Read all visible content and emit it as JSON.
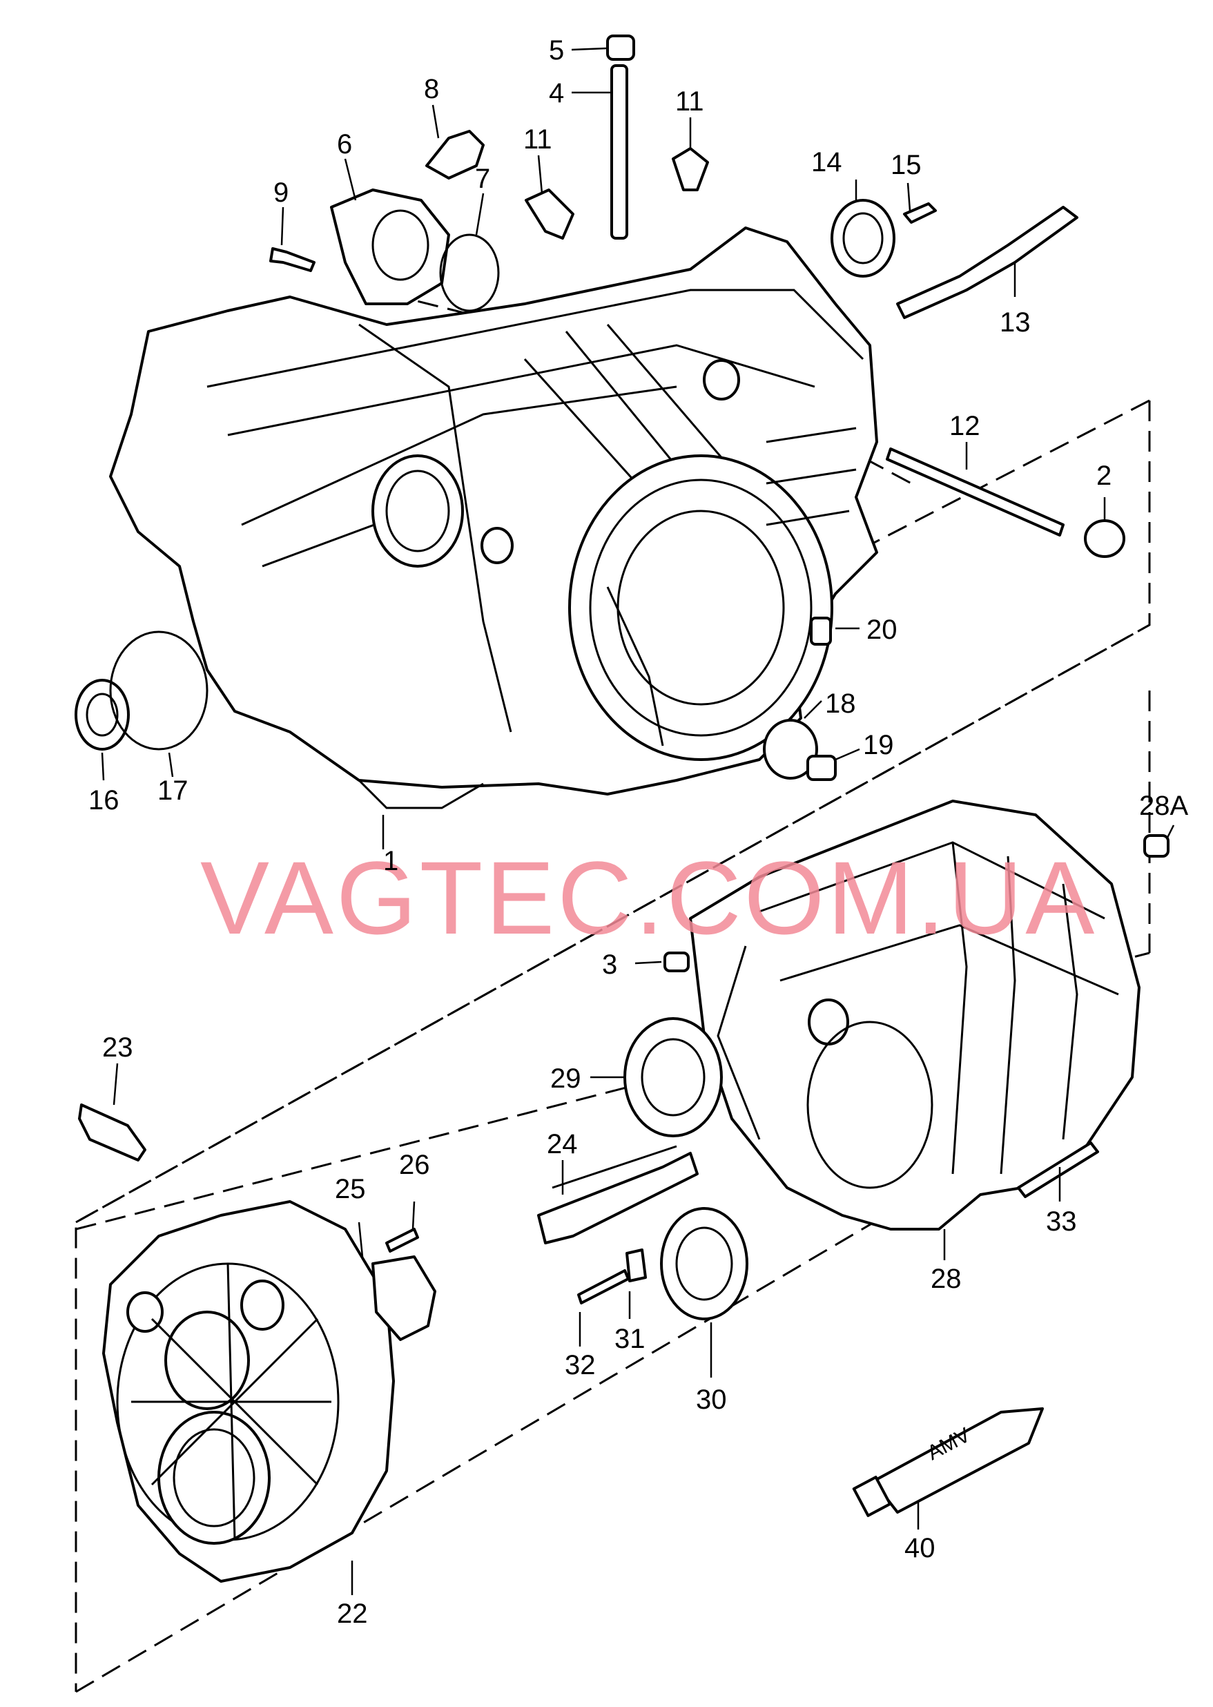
{
  "watermark": "VAGTEC.COM.UA",
  "tube_text": "AMV",
  "labels": [
    {
      "id": "p1",
      "text": "1"
    },
    {
      "id": "p2",
      "text": "2"
    },
    {
      "id": "p3",
      "text": "3"
    },
    {
      "id": "p4",
      "text": "4"
    },
    {
      "id": "p5",
      "text": "5"
    },
    {
      "id": "p6",
      "text": "6"
    },
    {
      "id": "p7",
      "text": "7"
    },
    {
      "id": "p8",
      "text": "8"
    },
    {
      "id": "p9",
      "text": "9"
    },
    {
      "id": "p11a",
      "text": "11"
    },
    {
      "id": "p11b",
      "text": "11"
    },
    {
      "id": "p12",
      "text": "12"
    },
    {
      "id": "p13",
      "text": "13"
    },
    {
      "id": "p14",
      "text": "14"
    },
    {
      "id": "p15",
      "text": "15"
    },
    {
      "id": "p16",
      "text": "16"
    },
    {
      "id": "p17",
      "text": "17"
    },
    {
      "id": "p18",
      "text": "18"
    },
    {
      "id": "p19",
      "text": "19"
    },
    {
      "id": "p20",
      "text": "20"
    },
    {
      "id": "p22",
      "text": "22"
    },
    {
      "id": "p23",
      "text": "23"
    },
    {
      "id": "p24",
      "text": "24"
    },
    {
      "id": "p25",
      "text": "25"
    },
    {
      "id": "p26",
      "text": "26"
    },
    {
      "id": "p28",
      "text": "28"
    },
    {
      "id": "p28A",
      "text": "28A"
    },
    {
      "id": "p29",
      "text": "29"
    },
    {
      "id": "p30",
      "text": "30"
    },
    {
      "id": "p31",
      "text": "31"
    },
    {
      "id": "p32",
      "text": "32"
    },
    {
      "id": "p33",
      "text": "33"
    },
    {
      "id": "p40",
      "text": "40"
    }
  ]
}
